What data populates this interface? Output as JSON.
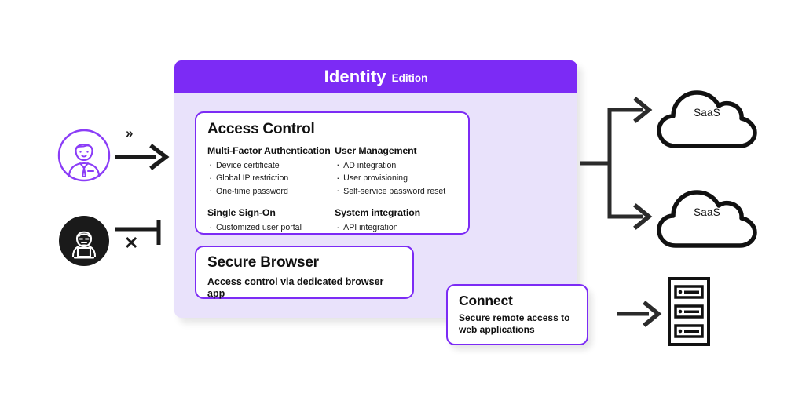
{
  "panel": {
    "title_main": "Identity",
    "title_sub": "Edition",
    "header_color": "#7C2BF5",
    "body_color": "#E9E2FB"
  },
  "access_control": {
    "heading": "Access Control",
    "groups": [
      {
        "title": "Multi-Factor Authentication",
        "items": [
          "Device certificate",
          "Global IP restriction",
          "One-time password"
        ]
      },
      {
        "title": "User Management",
        "items": [
          "AD integration",
          "User provisioning",
          "Self-service password reset"
        ]
      },
      {
        "title": "Single Sign-On",
        "items": [
          "Customized user portal"
        ]
      },
      {
        "title": "System integration",
        "items": [
          "API integration"
        ]
      }
    ]
  },
  "secure_browser": {
    "heading": "Secure Browser",
    "description": "Access control via dedicated browser app"
  },
  "connect": {
    "heading": "Connect",
    "description": "Secure remote access to web applications"
  },
  "actors": {
    "user": {
      "icon": "user-avatar-icon",
      "marker": "»"
    },
    "attacker": {
      "icon": "hacker-avatar-icon",
      "marker": "✕"
    }
  },
  "targets": {
    "cloud_1_label": "SaaS",
    "cloud_2_label": "SaaS",
    "server_icon": "server-rack-icon"
  },
  "colors": {
    "accent_purple": "#7C2BF5",
    "panel_lavender": "#E9E2FB",
    "ink": "#1b1b1b"
  }
}
